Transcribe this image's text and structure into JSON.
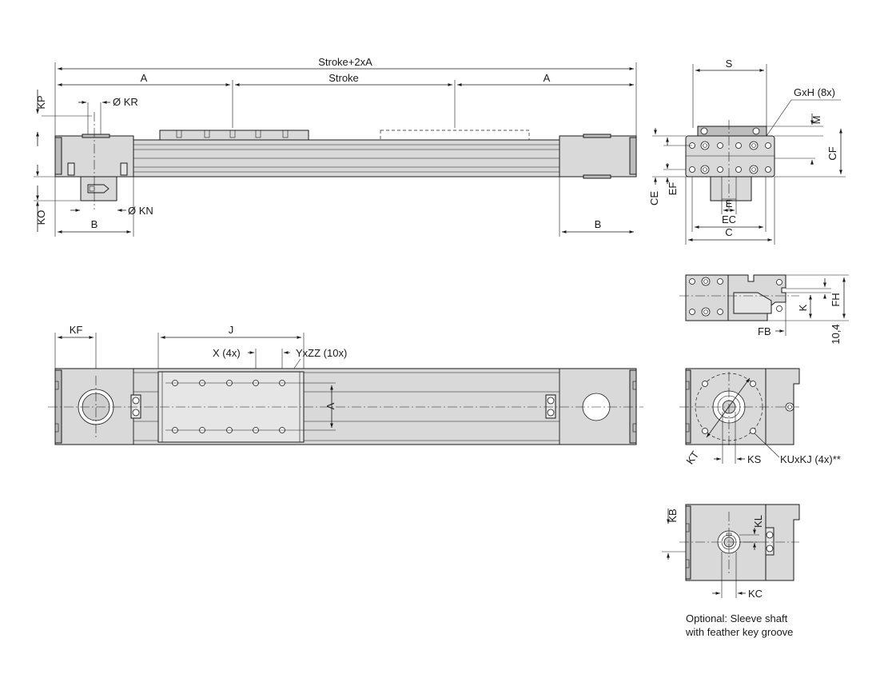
{
  "labels": {
    "stroke_2xA": "Stroke+2xA",
    "A_left": "A",
    "stroke": "Stroke",
    "A_right": "A",
    "KP": "KP",
    "KR": "Ø KR",
    "KN": "Ø KN",
    "KO": "KO",
    "B_left": "B",
    "B_right": "B",
    "S": "S",
    "GxH": "GxH (8x)",
    "M": "M",
    "CF": "CF",
    "CE": "CE",
    "EF": "EF",
    "E": "E",
    "EC": "EC",
    "C": "C",
    "FH": "FH",
    "K": "K",
    "FB": "FB",
    "dim_10_4": "10,4",
    "KF": "KF",
    "J": "J",
    "X": "X (4x)",
    "YxZZ": "YxZZ (10x)",
    "V": "V",
    "KT": "KT",
    "KS": "KS",
    "KUxKJ": "KUxKJ (4x)**",
    "KB": "KB",
    "KL": "KL",
    "KC": "KC"
  },
  "note": {
    "line1": "Optional: Sleeve shaft",
    "line2": "with feather key groove"
  }
}
